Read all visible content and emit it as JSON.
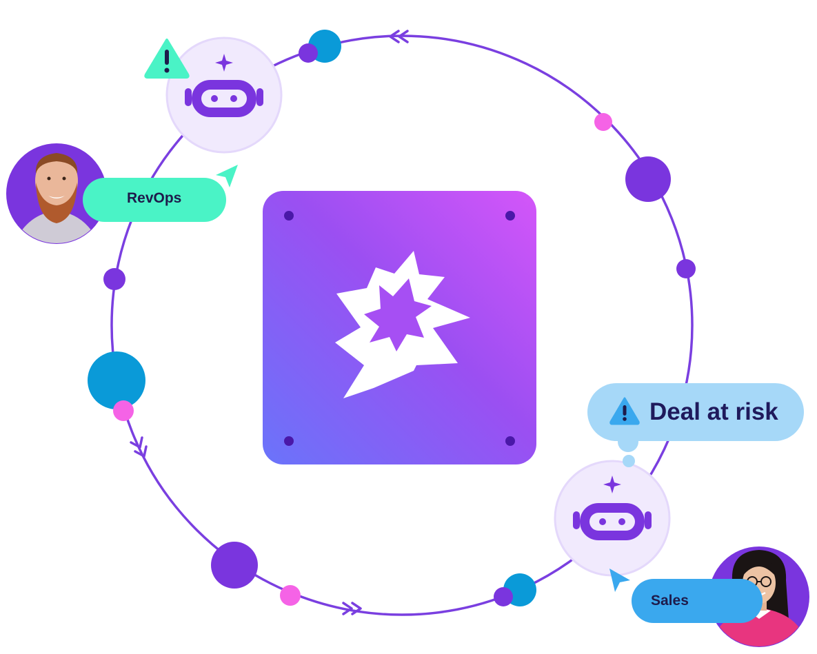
{
  "revops": {
    "label": "RevOps"
  },
  "sales": {
    "label": "Sales"
  },
  "alert": {
    "label": "Deal at risk"
  },
  "icons": {
    "warning_left": "warning-triangle-icon",
    "warning_bubble": "warning-triangle-icon",
    "bot": "robot-icon",
    "center": "starburst-logo-icon",
    "cursor": "cursor-arrow-icon"
  },
  "colors": {
    "ring": "#7a3fe0",
    "purple": "#7a35de",
    "blue": "#0a9ad8",
    "pink": "#f563e6",
    "mint": "#4af3c6",
    "sales_blue": "#3aa8ee",
    "bubble": "#a6d8f8",
    "bot_bg": "#f1eafd"
  }
}
